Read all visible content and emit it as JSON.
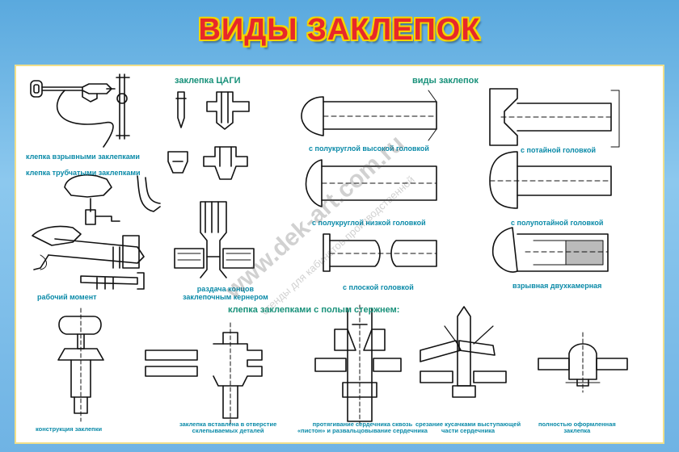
{
  "title": "ВИДЫ ЗАКЛЕПОК",
  "sections": {
    "tsagi": "заклепка ЦАГИ",
    "types": "виды заклепок",
    "hollow": "клепка заклепками с полым стержнем:"
  },
  "captions": {
    "explosive": "клепка взрывными заклепками",
    "tubular": "клепка  трубчатыми заклепками",
    "working": "рабочий момент",
    "flaring": "раздача концов\nзаклепочным кернером",
    "round_high": "с полукруглой высокой головкой",
    "round_low": "с полукруглой низкой головкой",
    "flat": "с плоской головкой",
    "countersunk": "с потайной головкой",
    "semi_countersunk": "с полупотайной головкой",
    "explosive_double": "взрывная двухкамерная",
    "design": "конструкция заклепки",
    "inserted": "заклепка вставлена в отверстие\nсклепываемых деталей",
    "pulling": "протягивание сердечника сквозь\n«пистон» и развальцовывание сердечника",
    "cutting": "срезание кусачками выступающей\nчасти сердечника",
    "finished": "полностью оформленная\nзаклепка"
  },
  "watermark": {
    "main": "www.dek-art.com.ru",
    "sub": "стенды для кабинетов производственной"
  }
}
